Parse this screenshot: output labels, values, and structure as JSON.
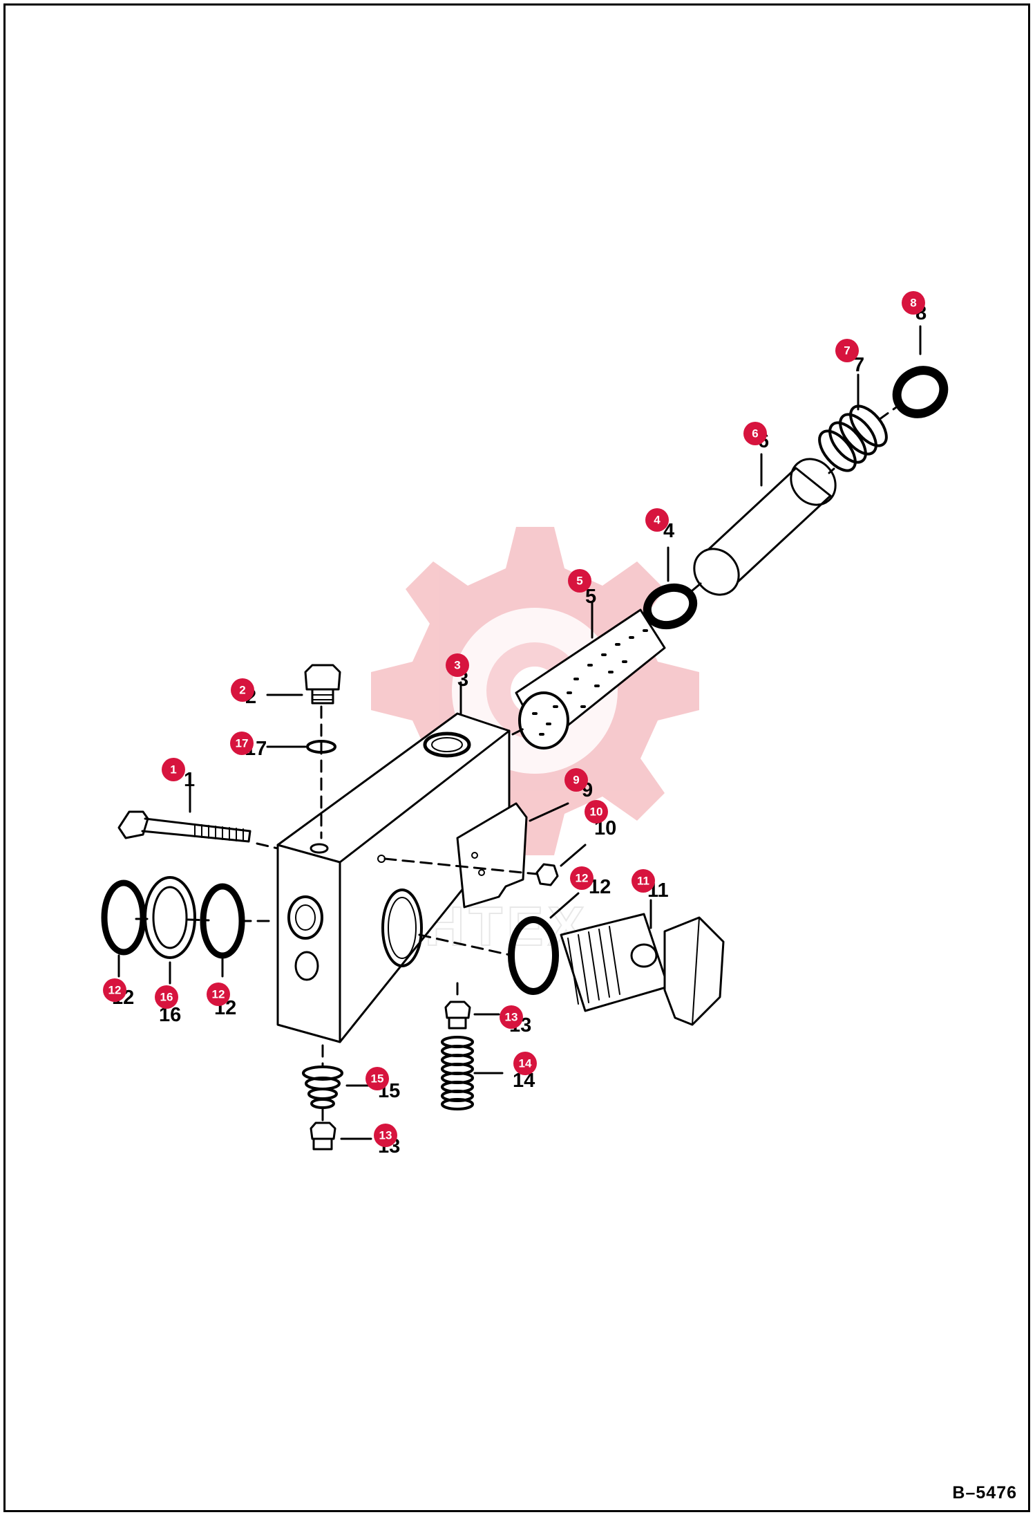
{
  "sheet": {
    "code": "B–5476"
  },
  "watermark": {
    "text": "MHTEX",
    "color": "#f6c4c8"
  },
  "badge_color": "#d7143e",
  "callouts": [
    {
      "id": "callout-1",
      "number": "1",
      "part": "bolt"
    },
    {
      "id": "callout-2",
      "number": "2",
      "part": "plug"
    },
    {
      "id": "callout-3",
      "number": "3",
      "part": "valve-body"
    },
    {
      "id": "callout-4",
      "number": "4",
      "part": "o-ring"
    },
    {
      "id": "callout-5",
      "number": "5",
      "part": "filter-screen"
    },
    {
      "id": "callout-6",
      "number": "6",
      "part": "sleeve"
    },
    {
      "id": "callout-7",
      "number": "7",
      "part": "spring"
    },
    {
      "id": "callout-8",
      "number": "8",
      "part": "seal-ring"
    },
    {
      "id": "callout-9",
      "number": "9",
      "part": "plate"
    },
    {
      "id": "callout-10",
      "number": "10",
      "part": "nut"
    },
    {
      "id": "callout-11",
      "number": "11",
      "part": "banjo-bolt"
    },
    {
      "id": "callout-12a",
      "number": "12",
      "part": "o-ring"
    },
    {
      "id": "callout-16",
      "number": "16",
      "part": "washer"
    },
    {
      "id": "callout-12b",
      "number": "12",
      "part": "o-ring"
    },
    {
      "id": "callout-12c",
      "number": "12",
      "part": "o-ring"
    },
    {
      "id": "callout-13a",
      "number": "13",
      "part": "plug"
    },
    {
      "id": "callout-14",
      "number": "14",
      "part": "spring"
    },
    {
      "id": "callout-15",
      "number": "15",
      "part": "spring"
    },
    {
      "id": "callout-13b",
      "number": "13",
      "part": "plug"
    },
    {
      "id": "callout-17",
      "number": "17",
      "part": "o-ring"
    }
  ],
  "printed_numbers": [
    "1",
    "2",
    "3",
    "4",
    "5",
    "6",
    "7",
    "8",
    "9",
    "10",
    "11",
    "12",
    "12",
    "12",
    "13",
    "13",
    "14",
    "15",
    "16",
    "17"
  ]
}
